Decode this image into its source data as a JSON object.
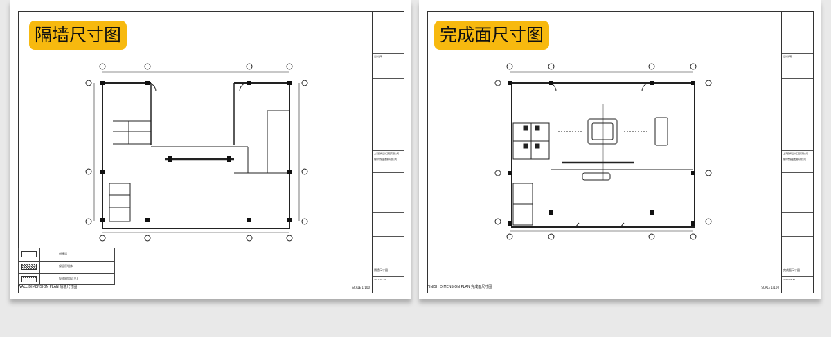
{
  "sheets": [
    {
      "badge": "隔墙尺寸图",
      "footer_title": "WALL DIMENSION PLAN  隔墙尺寸图",
      "footer_scale": "SCALE 1/100",
      "titleblock": {
        "company": "上海装饰设计工程有限公司",
        "client": "福州市恒盛发展有限公司",
        "drawing_name": "隔墙尺寸图",
        "date": "2017.07.30"
      },
      "legend": [
        {
          "label": "新建墙",
          "pattern": "brick"
        },
        {
          "label": "保留原墙体",
          "pattern": "hatch"
        },
        {
          "label": "轻质隔墙(详见)",
          "pattern": "dots"
        }
      ]
    },
    {
      "badge": "完成面尺寸图",
      "footer_title": "FINISH DIMENSION PLAN  完成面尺寸图",
      "footer_scale": "SCALE 1/100",
      "titleblock": {
        "company": "上海装饰设计工程有限公司",
        "client": "福州市恒盛发展有限公司",
        "drawing_name": "完成面尺寸图",
        "date": "2017.07.30"
      },
      "legend": []
    }
  ],
  "colors": {
    "badge": "#f7b90f",
    "page_bg": "#e9e9e9",
    "line": "#222222"
  }
}
